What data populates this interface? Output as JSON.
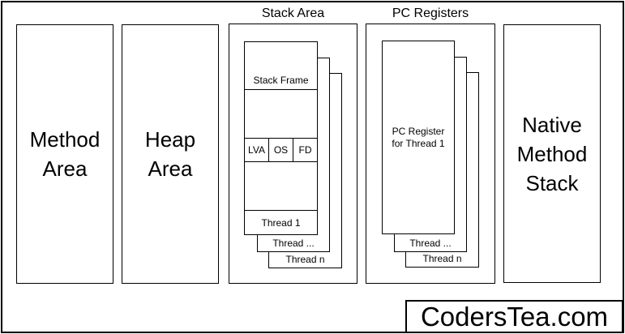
{
  "watermark": {
    "label": "CodersTea.com"
  },
  "method_area": {
    "label": "Method Area"
  },
  "heap_area": {
    "label": "Heap Area"
  },
  "stack_area": {
    "title": "Stack Area",
    "stack_frame_label": "Stack Frame",
    "frame_cells": [
      "LVA",
      "OS",
      "FD"
    ],
    "thread_front": "Thread 1",
    "thread_middle": "Thread ...",
    "thread_back": "Thread n"
  },
  "pc_registers": {
    "title": "PC Registers",
    "register_label": "PC Register for Thread 1",
    "thread_middle": "Thread ...",
    "thread_back": "Thread n"
  },
  "native_method_stack": {
    "label": "Native Method Stack"
  },
  "colors": {
    "line": "#000000",
    "background": "#ffffff"
  }
}
